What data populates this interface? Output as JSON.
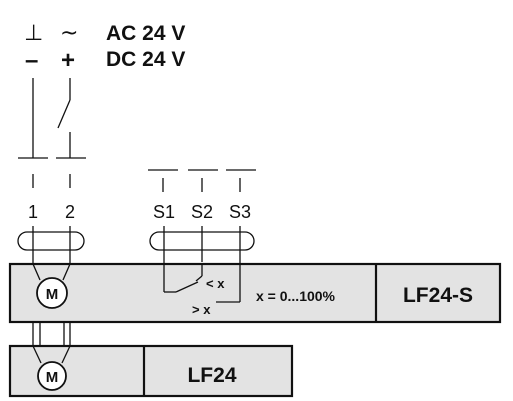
{
  "supply": {
    "ac_ground_symbol": "⊥",
    "ac_tilde_symbol": "~",
    "ac_label": "AC 24 V",
    "dc_minus_symbol": "–",
    "dc_plus_symbol": "+",
    "dc_label": "DC 24 V"
  },
  "terminals": {
    "t1": "1",
    "t2": "2",
    "s1": "S1",
    "s2": "S2",
    "s3": "S3"
  },
  "lf24s": {
    "motor_label": "M",
    "switch_less": "< x",
    "switch_greater": "> x",
    "range_label": "x = 0...100%",
    "model_label": "LF24-S"
  },
  "lf24": {
    "motor_label": "M",
    "model_label": "LF24"
  }
}
